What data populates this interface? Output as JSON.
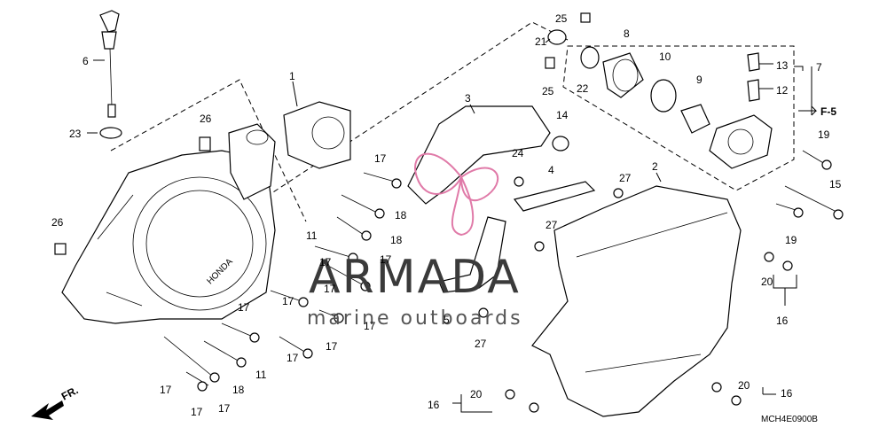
{
  "diagram": {
    "code_label": "MCH4E0900B",
    "front_label": "FR.",
    "section_ref": "F-5",
    "watermark": {
      "brand": "ARMADA",
      "tagline": "marine outboards"
    },
    "callouts": [
      {
        "id": "c1",
        "text": "1"
      },
      {
        "id": "c2",
        "text": "2"
      },
      {
        "id": "c3",
        "text": "3"
      },
      {
        "id": "c4",
        "text": "4"
      },
      {
        "id": "c5",
        "text": "5"
      },
      {
        "id": "c6",
        "text": "6"
      },
      {
        "id": "c7",
        "text": "7"
      },
      {
        "id": "c8",
        "text": "8"
      },
      {
        "id": "c9",
        "text": "9"
      },
      {
        "id": "c10",
        "text": "10"
      },
      {
        "id": "c11",
        "text": "11"
      },
      {
        "id": "c11b",
        "text": "11"
      },
      {
        "id": "c12",
        "text": "12"
      },
      {
        "id": "c13",
        "text": "13"
      },
      {
        "id": "c14",
        "text": "14"
      },
      {
        "id": "c15",
        "text": "15"
      },
      {
        "id": "c16a",
        "text": "16"
      },
      {
        "id": "c16b",
        "text": "16"
      },
      {
        "id": "c16c",
        "text": "16"
      },
      {
        "id": "c17a",
        "text": "17"
      },
      {
        "id": "c17b",
        "text": "17"
      },
      {
        "id": "c17c",
        "text": "17"
      },
      {
        "id": "c17d",
        "text": "17"
      },
      {
        "id": "c17e",
        "text": "17"
      },
      {
        "id": "c17f",
        "text": "17"
      },
      {
        "id": "c17g",
        "text": "17"
      },
      {
        "id": "c17h",
        "text": "17"
      },
      {
        "id": "c17i",
        "text": "17"
      },
      {
        "id": "c17j",
        "text": "17"
      },
      {
        "id": "c17k",
        "text": "17"
      },
      {
        "id": "c17l",
        "text": "17"
      },
      {
        "id": "c18a",
        "text": "18"
      },
      {
        "id": "c18b",
        "text": "18"
      },
      {
        "id": "c18c",
        "text": "18"
      },
      {
        "id": "c19a",
        "text": "19"
      },
      {
        "id": "c19b",
        "text": "19"
      },
      {
        "id": "c20a",
        "text": "20"
      },
      {
        "id": "c20b",
        "text": "20"
      },
      {
        "id": "c20c",
        "text": "20"
      },
      {
        "id": "c21",
        "text": "21"
      },
      {
        "id": "c22",
        "text": "22"
      },
      {
        "id": "c23",
        "text": "23"
      },
      {
        "id": "c24",
        "text": "24"
      },
      {
        "id": "c25a",
        "text": "25"
      },
      {
        "id": "c25b",
        "text": "25"
      },
      {
        "id": "c26a",
        "text": "26"
      },
      {
        "id": "c26b",
        "text": "26"
      },
      {
        "id": "c27a",
        "text": "27"
      },
      {
        "id": "c27b",
        "text": "27"
      },
      {
        "id": "c27c",
        "text": "27"
      }
    ]
  },
  "colors": {
    "logo_pink": "#e07aa8",
    "line": "#000000",
    "background": "#ffffff"
  }
}
